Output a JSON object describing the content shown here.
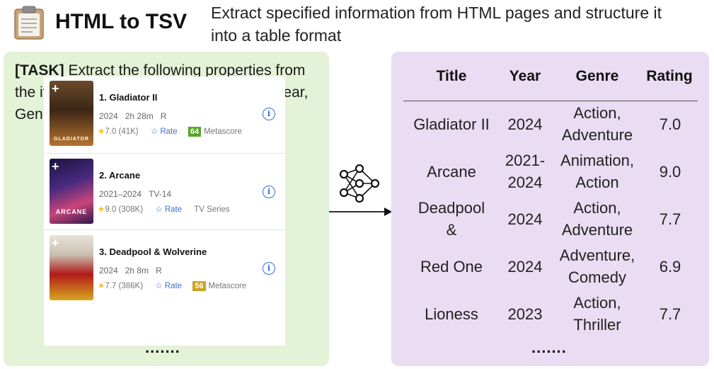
{
  "header": {
    "title": "HTML to TSV",
    "subtitle": "Extract specified information from HTML pages and structure it into a table format",
    "clipboard_icon": "clipboard-icon"
  },
  "task": {
    "tag": "[TASK]",
    "text": "Extract the following properties from the items listed on the webpages: Title, Year, Genre, Rating"
  },
  "webpage": {
    "items": [
      {
        "name": "1. Gladiator II",
        "year": "2024",
        "duration": "2h 28m",
        "cert": "R",
        "rating": "7.0",
        "votes": "(41K)",
        "rate_label": "Rate",
        "metascore": "64",
        "metascore_label": "Metascore",
        "metascore_color": "#54a72a",
        "poster_caption": "GLADIATOR",
        "poster_colors": [
          "#3b2616",
          "#b7742f"
        ]
      },
      {
        "name": "2. Arcane",
        "year": "2021–2024",
        "cert": "TV-14",
        "rating": "9.0",
        "votes": "(308K)",
        "rate_label": "Rate",
        "type_label": "TV Series",
        "poster_caption": "ARCANE",
        "poster_colors": [
          "#1a1340",
          "#c9447a"
        ]
      },
      {
        "name": "3. Deadpool & Wolverine",
        "year": "2024",
        "duration": "2h 8m",
        "cert": "R",
        "rating": "7.7",
        "votes": "(386K)",
        "rate_label": "Rate",
        "metascore": "56",
        "metascore_label": "Metascore",
        "metascore_color": "#c9a227",
        "poster_colors": [
          "#e8e2d8",
          "#b01a1a"
        ]
      }
    ],
    "more": "......."
  },
  "table": {
    "columns": [
      "Title",
      "Year",
      "Genre",
      "Rating"
    ],
    "rows": [
      {
        "title": [
          "Gladiator II"
        ],
        "year": [
          "2024"
        ],
        "genre": [
          "Action,",
          "Adventure"
        ],
        "rating": [
          "7.0"
        ]
      },
      {
        "title": [
          "Arcane"
        ],
        "year": [
          "2021-",
          "2024"
        ],
        "genre": [
          "Animation,",
          "Action"
        ],
        "rating": [
          "9.0"
        ]
      },
      {
        "title": [
          "Deadpool",
          "&"
        ],
        "year": [
          "2024"
        ],
        "genre": [
          "Action,",
          "Adventure"
        ],
        "rating": [
          "7.7"
        ]
      },
      {
        "title": [
          "Red One"
        ],
        "year": [
          "2024"
        ],
        "genre": [
          "Adventure,",
          "Comedy"
        ],
        "rating": [
          "6.9"
        ]
      },
      {
        "title": [
          "Lioness"
        ],
        "year": [
          "2023"
        ],
        "genre": [
          "Action,",
          "Thriller"
        ],
        "rating": [
          "7.7"
        ]
      }
    ],
    "more": "......."
  },
  "icons": {
    "neural_network": "neural-network-icon",
    "arrow": "arrow-right-icon",
    "info": "info-icon",
    "star": "star-icon"
  },
  "colors": {
    "left_panel": "#e4f2d7",
    "right_panel": "#eadcf2",
    "link_blue": "#3c6fd6"
  }
}
